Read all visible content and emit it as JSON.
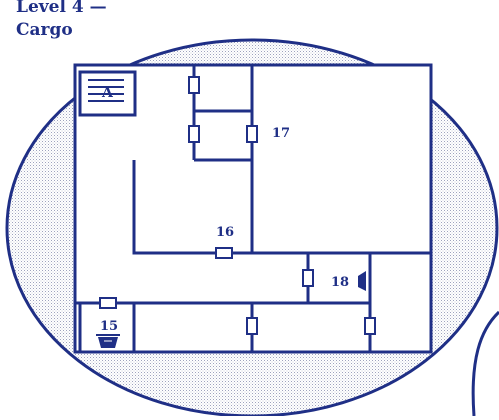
{
  "map": {
    "title_line1": "Level 4 —",
    "title_line2": "Cargo",
    "rooms": [
      {
        "id": "16",
        "label": "16"
      },
      {
        "id": "17",
        "label": "17"
      },
      {
        "id": "18",
        "label": "18"
      },
      {
        "id": "15",
        "label": "15"
      }
    ],
    "stairs_label": "A",
    "colors": {
      "ink": "#1f2f86",
      "hatch": "#c5c8d6",
      "paper": "#ffffff"
    }
  }
}
